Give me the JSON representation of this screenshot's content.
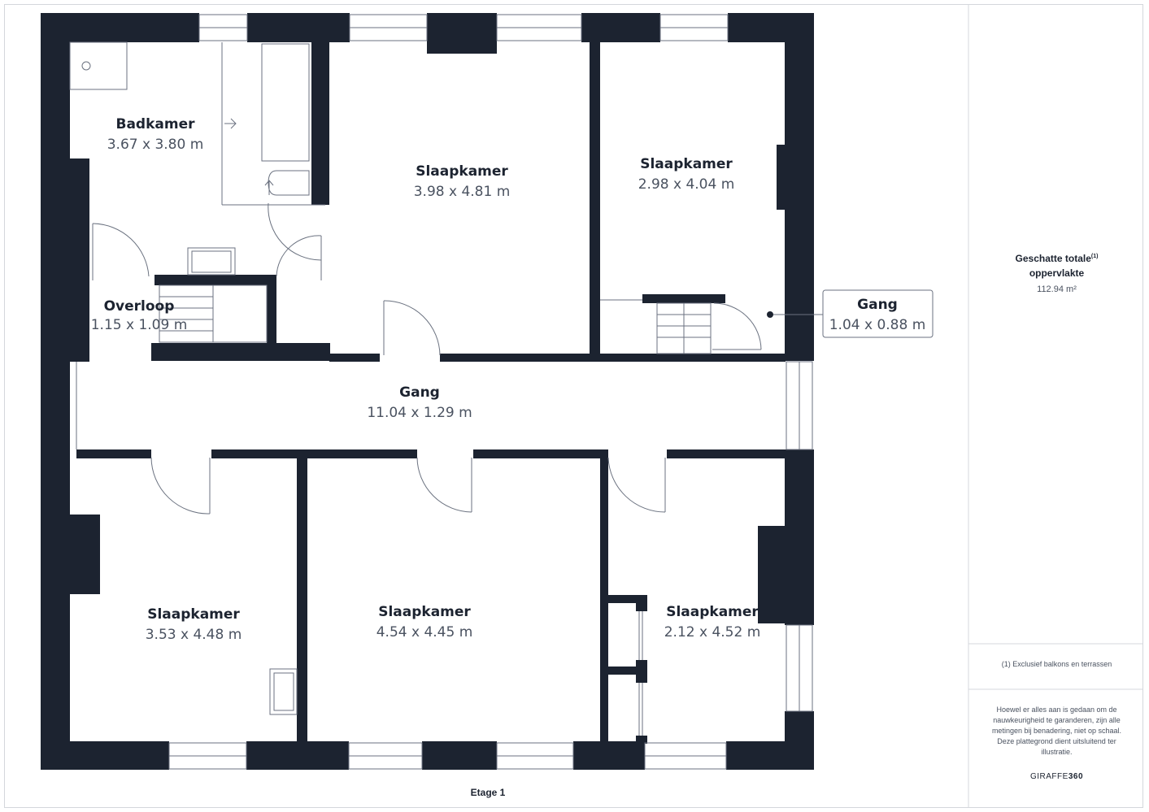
{
  "rooms": {
    "badkamer": {
      "name": "Badkamer",
      "dims": "3.67 x 3.80 m"
    },
    "slaapkamer_top_mid": {
      "name": "Slaapkamer",
      "dims": "3.98 x 4.81 m"
    },
    "slaapkamer_top_right": {
      "name": "Slaapkamer",
      "dims": "2.98 x 4.04 m"
    },
    "overloop": {
      "name": "Overloop",
      "dims": "1.15 x 1.09 m"
    },
    "gang_small": {
      "name": "Gang",
      "dims": "1.04 x 0.88 m"
    },
    "gang_main": {
      "name": "Gang",
      "dims": "11.04 x 1.29 m"
    },
    "slaapkamer_bottom_left": {
      "name": "Slaapkamer",
      "dims": "3.53 x 4.48 m"
    },
    "slaapkamer_bottom_mid": {
      "name": "Slaapkamer",
      "dims": "4.54 x 4.45 m"
    },
    "slaapkamer_bottom_right": {
      "name": "Slaapkamer",
      "dims": "2.12 x 4.52 m"
    }
  },
  "sidebar": {
    "total_line1": "Geschatte totale",
    "total_sup": "(1)",
    "total_line2": "oppervlakte",
    "total_area": "112.94 m²",
    "footnote": "(1) Exclusief balkons en terrassen",
    "disclaimer": "Hoewel er alles aan is gedaan om de nauwkeurigheid te garanderen, zijn alle metingen bij benadering, niet op schaal. Deze plattegrond dient uitsluitend ter illustratie.",
    "brand_prefix": "GIRAFFE",
    "brand_suffix": "360"
  },
  "floor": {
    "label": "Etage 1"
  },
  "colors": {
    "wall": "#1c2330",
    "line": "#6b7280"
  }
}
